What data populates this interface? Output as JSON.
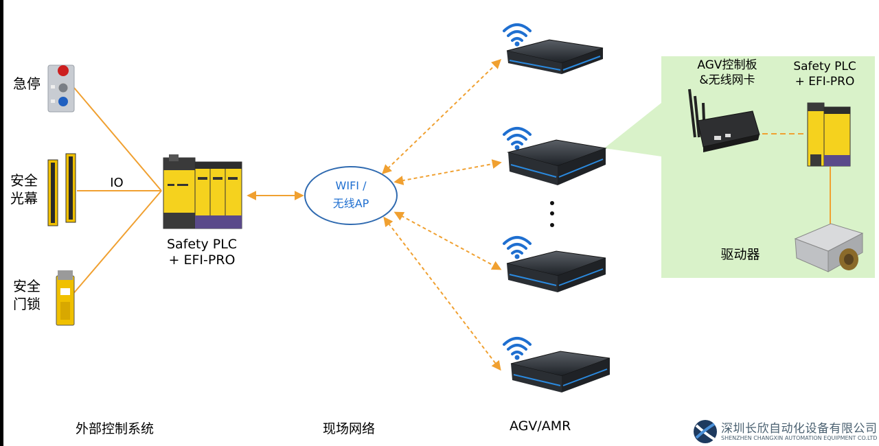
{
  "labels": {
    "estop": "急停",
    "light_curtain": [
      "安全",
      "光幕"
    ],
    "door_lock": [
      "安全",
      "门锁"
    ],
    "io": "IO",
    "plc_left": [
      "Safety PLC",
      "+ EFI-PRO"
    ],
    "wifi": [
      "WIFI /",
      "无线AP"
    ],
    "agv_board": [
      "AGV控制板",
      "&无线网卡"
    ],
    "plc_right": [
      "Safety PLC",
      "+ EFI-PRO"
    ],
    "drive": "驱动器"
  },
  "footer": {
    "external": "外部控制系统",
    "network": "现场网络",
    "agv": "AGV/AMR"
  },
  "logo": {
    "name_cn": "深圳长欣自动化设备有限公司",
    "name_en": "SHENZHEN CHANGXIN AUTOMATION EQUIPMENT CO.LTD"
  },
  "colors": {
    "orange_line": "#f0a030",
    "wifi_blue": "#1f6fd0",
    "panel_green": "#d9f2c9",
    "ellipse_stroke": "#2f6ab0",
    "plc_yellow": "#f5d21e"
  }
}
